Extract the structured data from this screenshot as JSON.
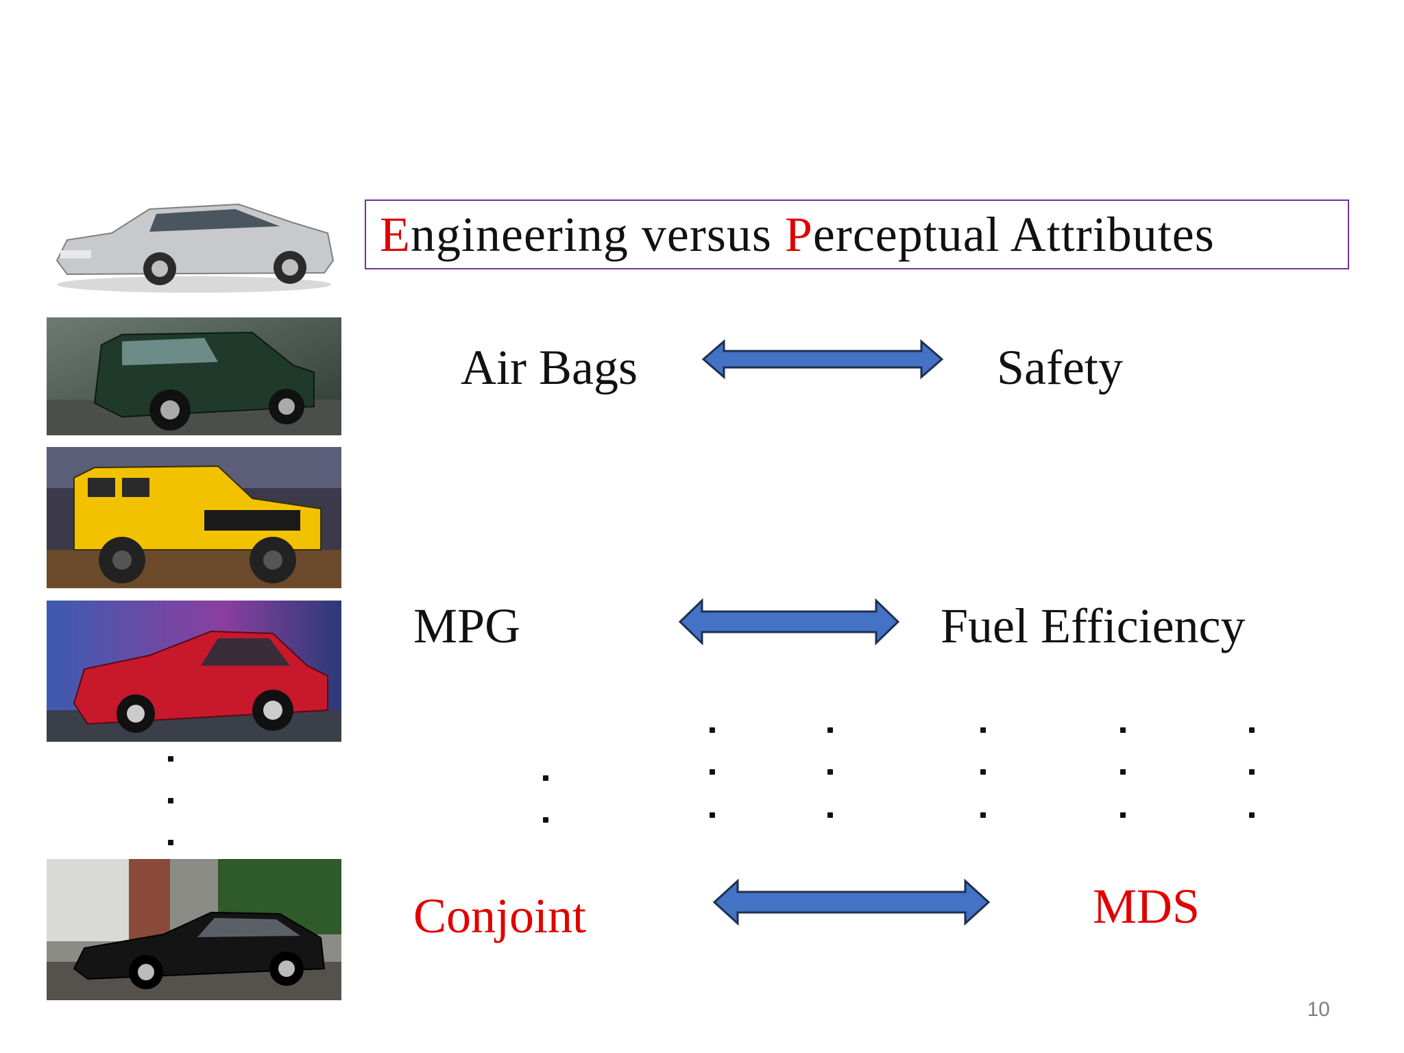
{
  "slide": {
    "title": {
      "part1_highlight": "E",
      "part1_rest": "ngineering versus ",
      "part2_highlight": "P",
      "part2_rest": "erceptual Attributes"
    },
    "rows": [
      {
        "left": "Air Bags",
        "right": "Safety"
      },
      {
        "left": "MPG",
        "right": "Fuel Efficiency"
      },
      {
        "left": "Conjoint",
        "right": "MDS"
      }
    ],
    "page_number": "10"
  },
  "images": [
    {
      "icon": "silver-sedan-image"
    },
    {
      "icon": "green-suv-image"
    },
    {
      "icon": "yellow-hummer-image"
    },
    {
      "icon": "red-sedan-image"
    },
    {
      "icon": "black-sedan-image"
    }
  ],
  "colors": {
    "accent_red": "#e00000",
    "title_border": "#7030a0",
    "arrow_fill": "#4472c4",
    "arrow_stroke": "#1f2f4f"
  }
}
